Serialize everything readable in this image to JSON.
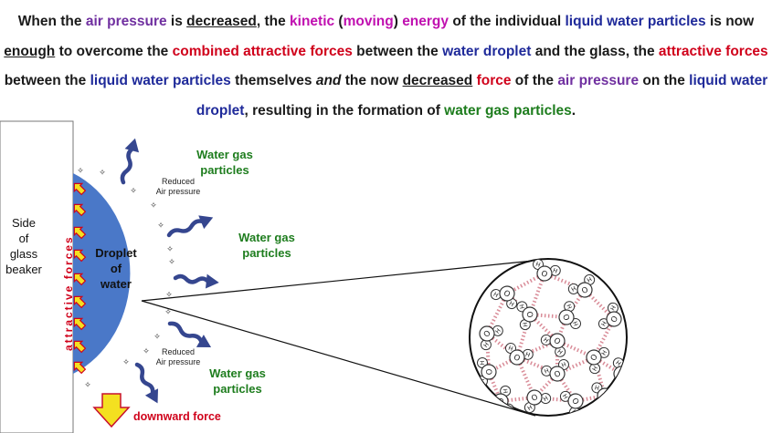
{
  "paragraph": [
    {
      "t": "When the ",
      "c": ""
    },
    {
      "t": "air pressure",
      "c": "purple"
    },
    {
      "t": " is ",
      "c": ""
    },
    {
      "t": "decreased",
      "c": "ul"
    },
    {
      "t": ", the ",
      "c": ""
    },
    {
      "t": "kinetic",
      "c": "magenta"
    },
    {
      "t": " (",
      "c": ""
    },
    {
      "t": "moving",
      "c": "magenta"
    },
    {
      "t": ") ",
      "c": ""
    },
    {
      "t": "energy",
      "c": "magenta"
    },
    {
      "t": " of the individual ",
      "c": ""
    },
    {
      "t": "liquid water particles",
      "c": "navy"
    },
    {
      "t": " is now ",
      "c": ""
    },
    {
      "t": "enough",
      "c": "ul"
    },
    {
      "t": " to overcome the ",
      "c": ""
    },
    {
      "t": "combined attractive forces",
      "c": "red"
    },
    {
      "t": " between the ",
      "c": ""
    },
    {
      "t": "water droplet",
      "c": "navy"
    },
    {
      "t": " and the glass, the ",
      "c": ""
    },
    {
      "t": "attractive forces",
      "c": "red"
    },
    {
      "t": " between the ",
      "c": ""
    },
    {
      "t": "liquid water particles",
      "c": "navy"
    },
    {
      "t": " themselves ",
      "c": ""
    },
    {
      "t": "and",
      "c": "it"
    },
    {
      "t": " the now ",
      "c": ""
    },
    {
      "t": "decreased",
      "c": "ul"
    },
    {
      "t": " ",
      "c": ""
    },
    {
      "t": "force",
      "c": "red"
    },
    {
      "t": " of the ",
      "c": ""
    },
    {
      "t": "air pressure",
      "c": "purple"
    },
    {
      "t": " on the ",
      "c": ""
    },
    {
      "t": "liquid water droplet",
      "c": "navy"
    },
    {
      "t": ", resulting in the formation of ",
      "c": ""
    },
    {
      "t": "water gas particles",
      "c": "green"
    },
    {
      "t": ".",
      "c": ""
    }
  ],
  "labels": {
    "side_of_glass": [
      "Side",
      "of",
      "glass",
      "beaker"
    ],
    "droplet": [
      "Droplet",
      "of",
      "water"
    ],
    "attractive_forces": "attractive forces",
    "reduced_pressure": [
      "Reduced",
      "Air pressure"
    ],
    "water_gas": [
      "Water gas",
      "particles"
    ],
    "downward_force": "downward force"
  },
  "molecule": {
    "oxygen": "O",
    "hydrogen": "H"
  },
  "colors": {
    "droplet": "#4a78c8",
    "arrow": "#35468f",
    "attractive": "#d0021b",
    "gas_label": "#1e7d1e",
    "force_arrow": "#f4e020",
    "hbond": "#d98c98"
  }
}
